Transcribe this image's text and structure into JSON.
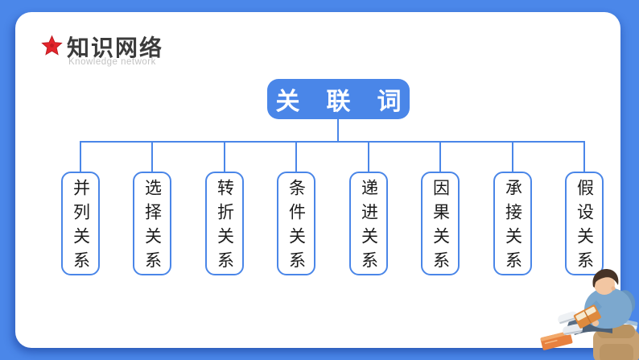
{
  "slide": {
    "background_color": "#4b87e9",
    "card_color": "#ffffff"
  },
  "header": {
    "title": "知识网络",
    "subtitle": "Knowledge network",
    "star_icon_color": "#e3242b",
    "title_color": "#3b3b3b",
    "subtitle_color": "#c3c3c3"
  },
  "diagram": {
    "type": "tree",
    "line_color": "#4a86e8",
    "root": {
      "label": "关联词",
      "fill_color": "#4a86e8",
      "text_color": "#ffffff"
    },
    "nodes": [
      {
        "label": "并列关系"
      },
      {
        "label": "选择关系"
      },
      {
        "label": "转折关系"
      },
      {
        "label": "条件关系"
      },
      {
        "label": "递进关系"
      },
      {
        "label": "因果关系"
      },
      {
        "label": "承接关系"
      },
      {
        "label": "假设关系"
      }
    ],
    "node_border_color": "#4a86e8",
    "node_text_color": "#1b1b1b"
  },
  "illustration": {
    "name": "boy-reading-with-backpack"
  }
}
